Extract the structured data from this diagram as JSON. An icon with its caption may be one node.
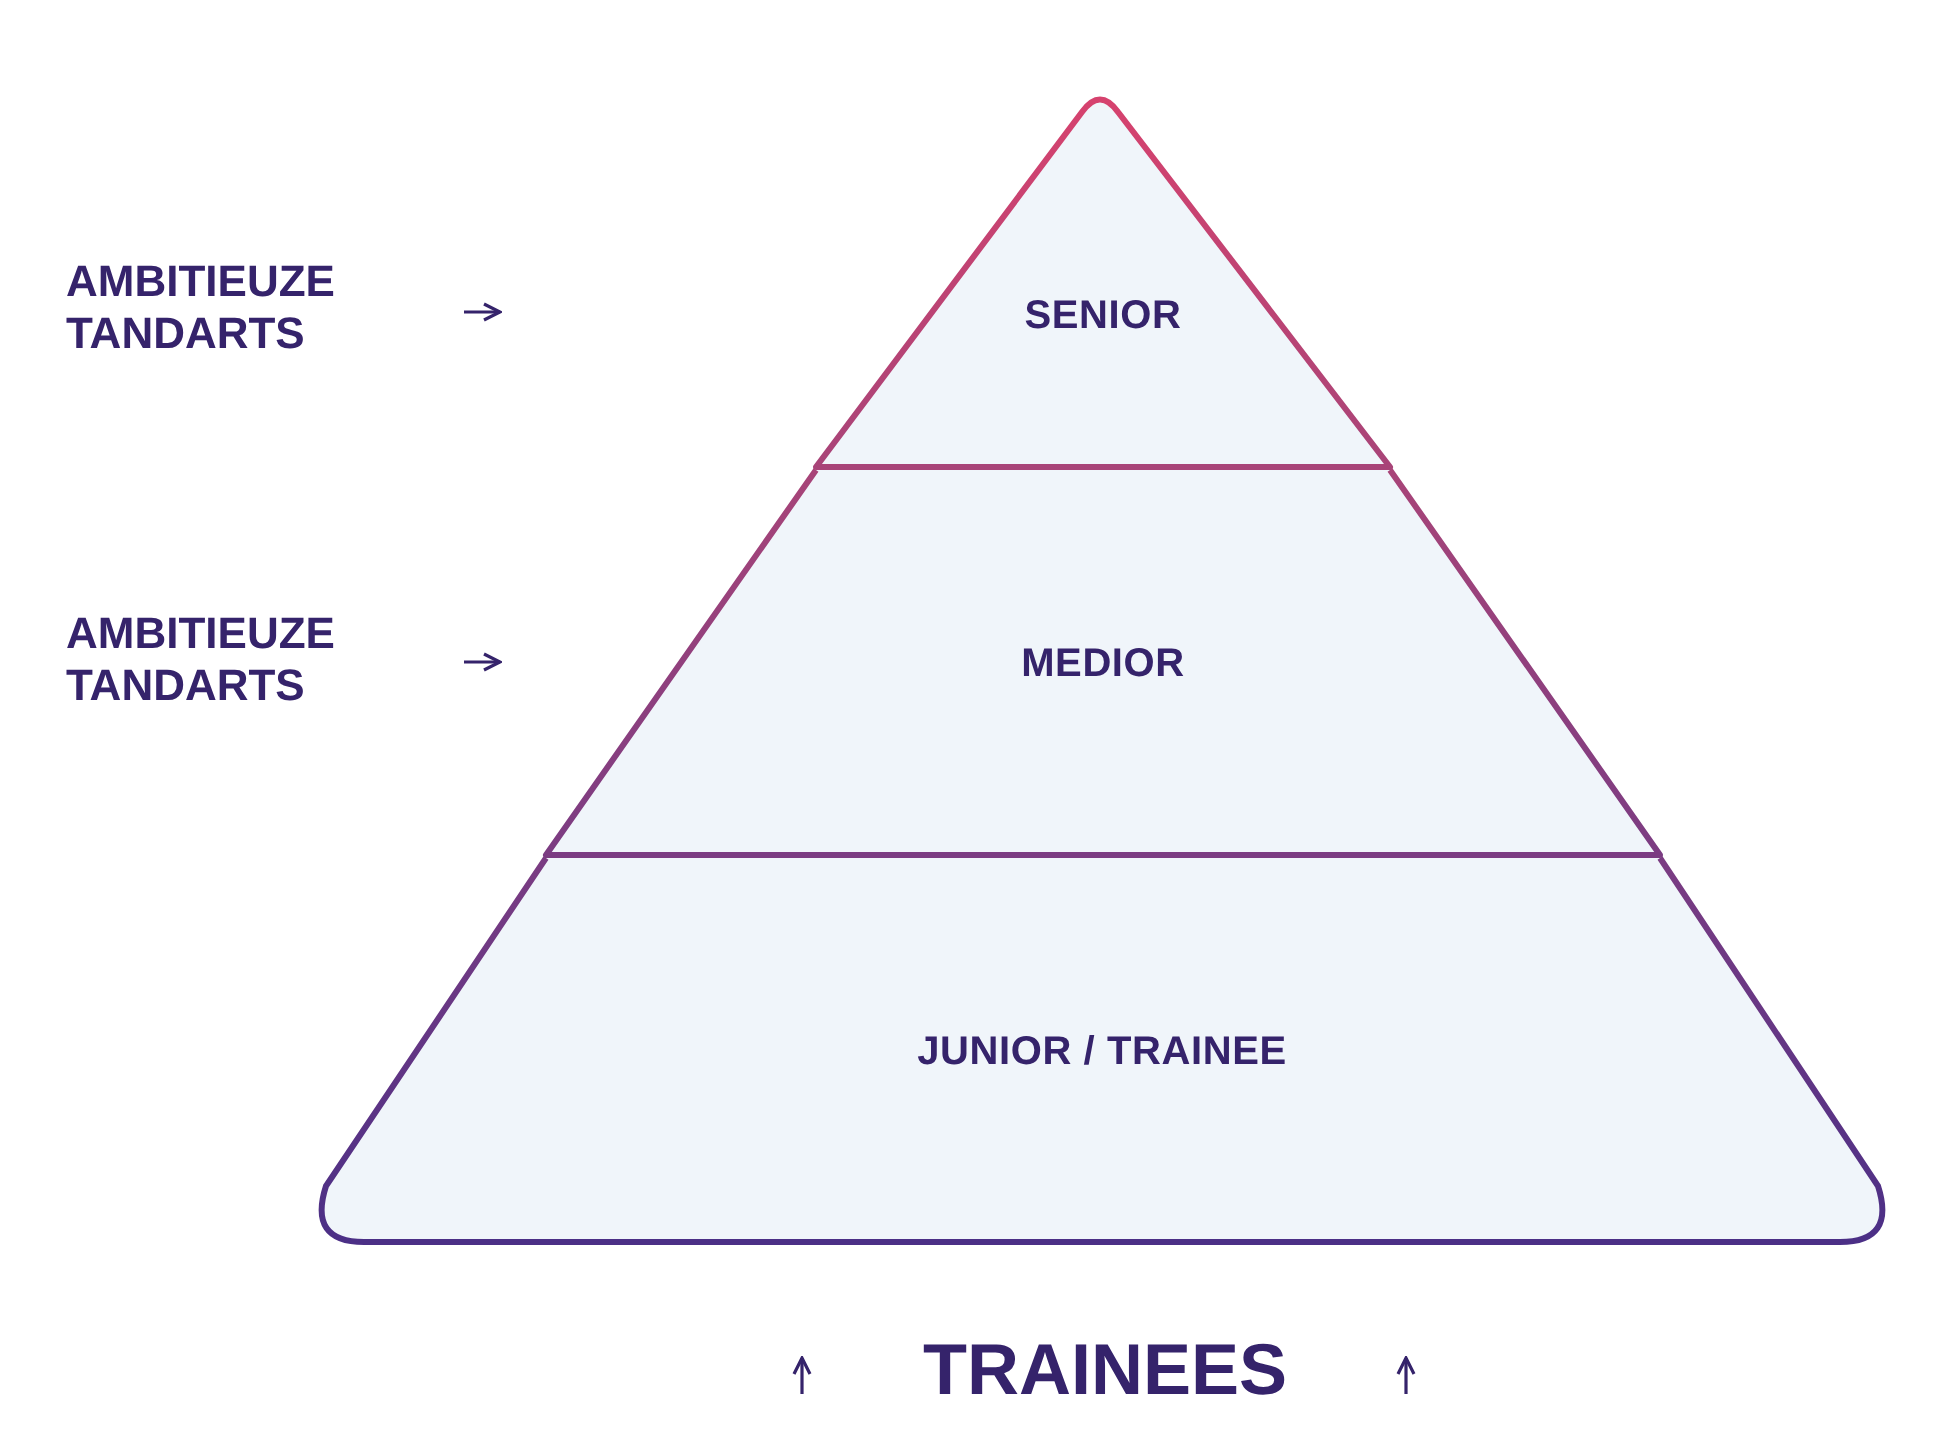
{
  "diagram": {
    "nodes": [
      {
        "text": [
          "SENIOR"
        ]
      },
      {
        "text": [
          "MEDIOR"
        ]
      },
      {
        "text": [
          "JUNIOR / TRAINEE"
        ]
      },
      {
        "text": [
          "AMBITIEUZE TANDARTS"
        ]
      },
      {
        "text": [
          "AMBITIEUZE TANDARTS"
        ]
      },
      {
        "text": [
          "TRAINEES"
        ]
      }
    ]
  }
}
